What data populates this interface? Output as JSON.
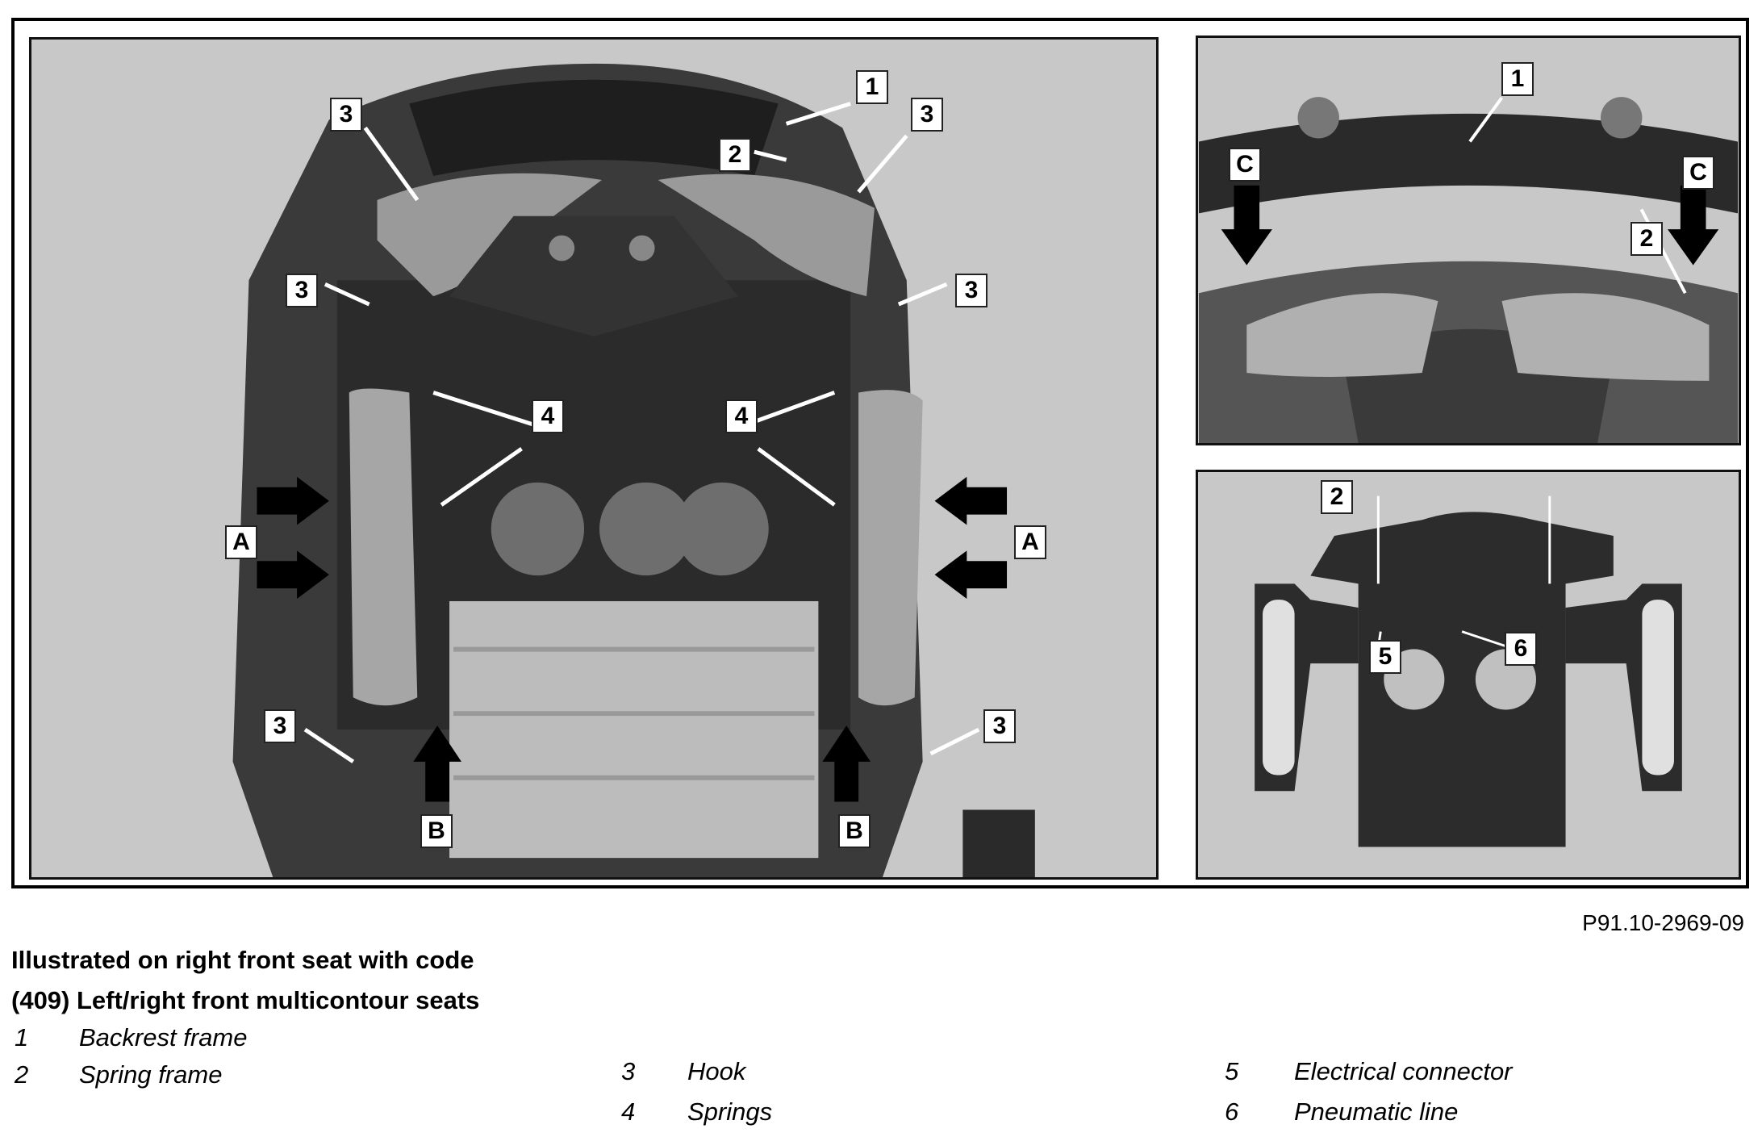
{
  "figure": {
    "reference": "P91.10-2969-09",
    "labels": {
      "one": "1",
      "two": "2",
      "three": "3",
      "four": "4",
      "five": "5",
      "six": "6",
      "a": "A",
      "b": "B",
      "c": "C"
    }
  },
  "caption": {
    "line1": "Illustrated on right front seat with code",
    "line2": "(409) Left/right front multicontour seats"
  },
  "legend": [
    {
      "num": "1",
      "text": "Backrest frame"
    },
    {
      "num": "2",
      "text": "Spring frame"
    },
    {
      "num": "3",
      "text": "Hook"
    },
    {
      "num": "4",
      "text": "Springs"
    },
    {
      "num": "5",
      "text": "Electrical connector"
    },
    {
      "num": "6",
      "text": "Pneumatic line"
    }
  ],
  "colors": {
    "panel_bg": "#c8c8c8",
    "frame": "#000000"
  }
}
